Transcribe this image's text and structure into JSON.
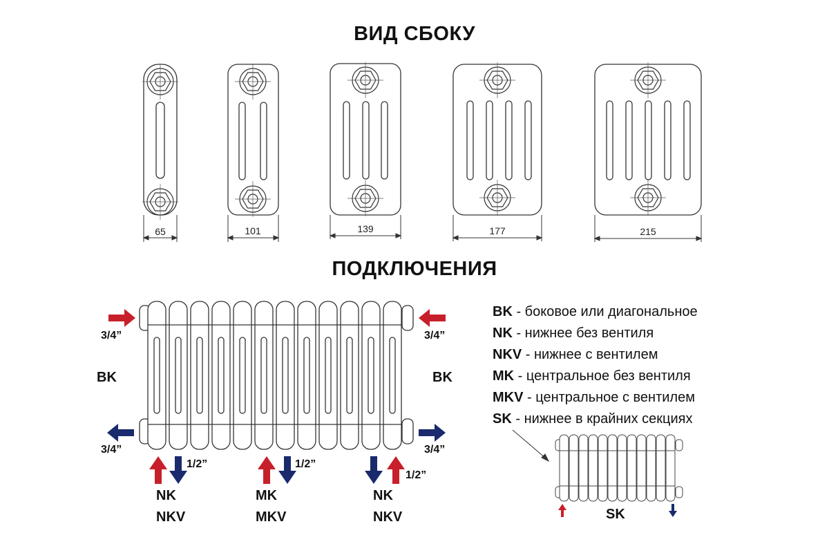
{
  "side_view": {
    "title": "ВИД СБОКУ",
    "widths": [
      "65",
      "101",
      "139",
      "177",
      "215"
    ]
  },
  "connections": {
    "title": "ПОДКЛЮЧЕНИЯ",
    "bk_left": "BK",
    "bk_right": "BK",
    "size_34_tl": "3/4”",
    "size_34_tr": "3/4”",
    "size_34_bl": "3/4”",
    "size_34_br": "3/4”",
    "size_12_a": "1/2”",
    "size_12_b": "1/2”",
    "size_12_c": "1/2”",
    "bottom_groups": [
      {
        "line1": "NK",
        "line2": "NKV"
      },
      {
        "line1": "MK",
        "line2": "MKV"
      },
      {
        "line1": "NK",
        "line2": "NKV"
      }
    ],
    "sk_label": "SK"
  },
  "legend": [
    {
      "code": "BK",
      "desc": " - боковое или диагональное"
    },
    {
      "code": "NK",
      "desc": " - нижнее без вентиля"
    },
    {
      "code": "NKV",
      "desc": " - нижнее с вентилем"
    },
    {
      "code": "MK",
      "desc": " - центральное без вентиля"
    },
    {
      "code": "MKV",
      "desc": " - центральное с вентилем"
    },
    {
      "code": "SK",
      "desc": " - нижнее в крайних секциях"
    }
  ],
  "colors": {
    "supply_arrow": "#c8202a",
    "return_arrow": "#1a2a6c",
    "line": "#333333"
  }
}
